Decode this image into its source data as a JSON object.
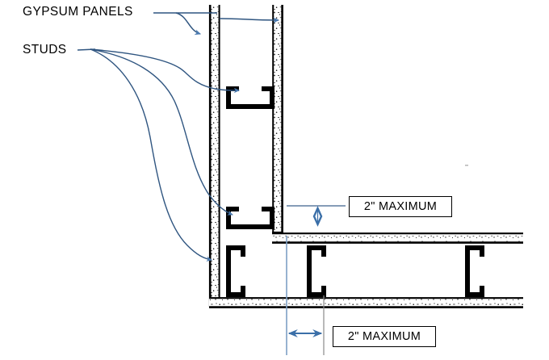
{
  "diagram": {
    "title_labels": {
      "gypsum_panels": "GYPSUM PANELS",
      "studs": "STUDS"
    },
    "callouts": [
      {
        "id": "vertical_gap",
        "text": "2\" MAXIMUM"
      },
      {
        "id": "horizontal_gap",
        "text": "2\" MAXIMUM"
      }
    ],
    "colors": {
      "ink": "#000000",
      "leader_blue": "#41699e",
      "arrow_blue": "#4a7ab0",
      "extension_blue": "#7d9fc4",
      "extension_gray": "#7a7a7a",
      "panel_fill": "#ffffff",
      "background": "#ffffff"
    },
    "components": {
      "gypsum_panel_layers": 2,
      "wall_studs": 3,
      "floor_studs": 3,
      "panel_hatch": "stipple"
    }
  }
}
